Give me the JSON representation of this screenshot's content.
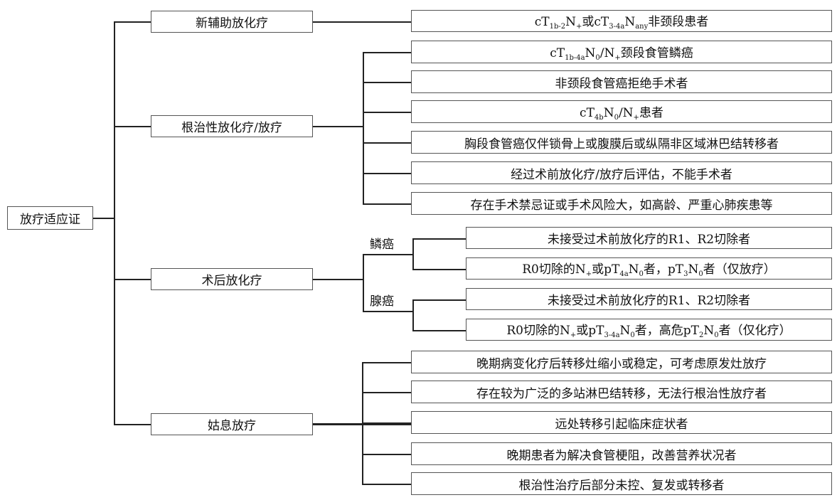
{
  "root": "放疗适应证",
  "branches": [
    {
      "label": "新辅助放化疗",
      "items": [
        [
          [
            "cT",
            ""
          ],
          [
            "1b-2",
            "sub"
          ],
          [
            "N",
            ""
          ],
          [
            "+",
            "sub"
          ],
          [
            "或cT",
            ""
          ],
          [
            "3-4a",
            "sub"
          ],
          [
            "N",
            ""
          ],
          [
            "any",
            "sub"
          ],
          [
            "非颈段患者",
            ""
          ]
        ]
      ]
    },
    {
      "label": "根治性放化疗/放疗",
      "items": [
        [
          [
            "cT",
            ""
          ],
          [
            "1b-4a",
            "sub"
          ],
          [
            "N",
            ""
          ],
          [
            "0",
            "sub"
          ],
          [
            "/N",
            ""
          ],
          [
            "+",
            "sub"
          ],
          [
            "颈段食管鳞癌",
            ""
          ]
        ],
        [
          [
            "非颈段食管癌拒绝手术者",
            ""
          ]
        ],
        [
          [
            "cT",
            ""
          ],
          [
            "4b",
            "sub"
          ],
          [
            "N",
            ""
          ],
          [
            "0",
            "sub"
          ],
          [
            "/N",
            ""
          ],
          [
            "+",
            "sub"
          ],
          [
            "患者",
            ""
          ]
        ],
        [
          [
            "胸段食管癌仅伴锁骨上或腹膜后或纵隔非区域淋巴结转移者",
            ""
          ]
        ],
        [
          [
            "经过术前放化疗/放疗后评估，不能手术者",
            ""
          ]
        ],
        [
          [
            "存在手术禁忌证或手术风险大，如高龄、严重心肺疾患等",
            ""
          ]
        ]
      ]
    },
    {
      "label": "术后放化疗",
      "groups": [
        {
          "label": "鳞癌",
          "items": [
            [
              [
                "未接受过术前放化疗的R1、R2切除者",
                ""
              ]
            ],
            [
              [
                "R0切除的N",
                ""
              ],
              [
                "+",
                "sub"
              ],
              [
                "或pT",
                ""
              ],
              [
                "4a",
                "sub"
              ],
              [
                "N",
                ""
              ],
              [
                "0",
                "sub"
              ],
              [
                "者，pT",
                ""
              ],
              [
                "3",
                "sub"
              ],
              [
                "N",
                ""
              ],
              [
                "0",
                "sub"
              ],
              [
                "者（仅放疗）",
                ""
              ]
            ]
          ]
        },
        {
          "label": "腺癌",
          "items": [
            [
              [
                "未接受过术前放化疗的R1、R2切除者",
                ""
              ]
            ],
            [
              [
                "R0切除的N",
                ""
              ],
              [
                "+",
                "sub"
              ],
              [
                "或pT",
                ""
              ],
              [
                "3-4a",
                "sub"
              ],
              [
                "N",
                ""
              ],
              [
                "0",
                "sub"
              ],
              [
                "者，高危pT",
                ""
              ],
              [
                "2",
                "sub"
              ],
              [
                "N",
                ""
              ],
              [
                "0",
                "sub"
              ],
              [
                "者（仅化疗）",
                ""
              ]
            ]
          ]
        }
      ]
    },
    {
      "label": "姑息放疗",
      "items": [
        [
          [
            "晚期病变化疗后转移灶缩小或稳定，可考虑原发灶放疗",
            ""
          ]
        ],
        [
          [
            "存在较为广泛的多站淋巴结转移，无法行根治性放疗者",
            ""
          ]
        ],
        [
          [
            "远处转移引起临床症状者",
            ""
          ]
        ],
        [
          [
            "晚期患者为解决食管梗阻，改善营养状况者",
            ""
          ]
        ],
        [
          [
            "根治性治疗后部分未控、复发或转移者",
            ""
          ]
        ]
      ]
    }
  ]
}
